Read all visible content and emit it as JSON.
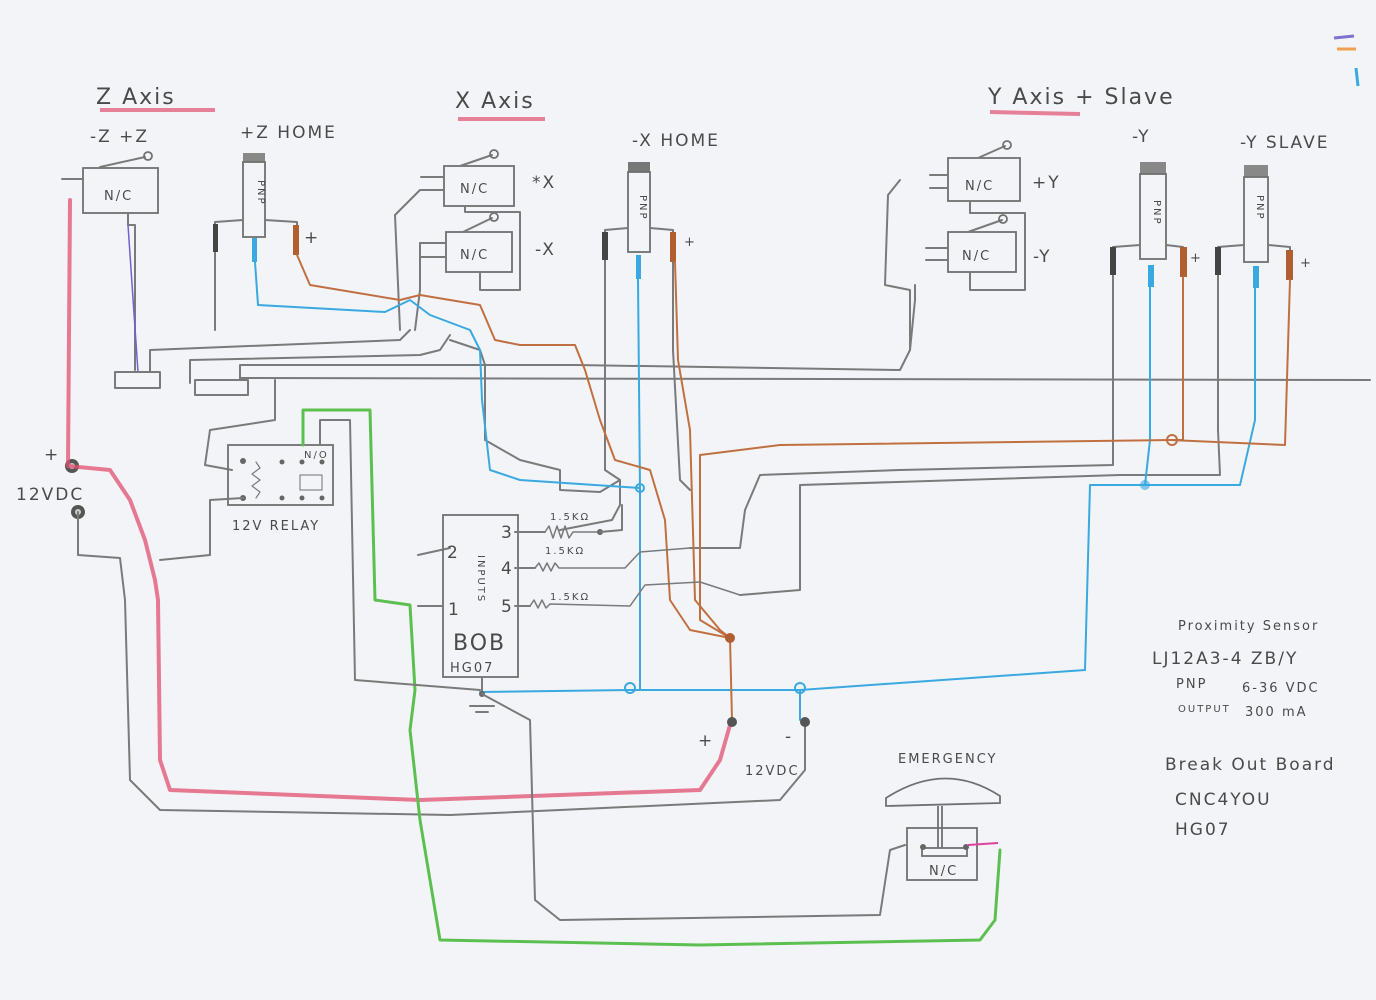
{
  "title": "CNC limit / home switch wiring diagram (hand drawn)",
  "sections": {
    "z_axis": {
      "title": "Z Axis",
      "limit_label": "-Z +Z",
      "home_label": "+Z HOME"
    },
    "x_axis": {
      "title": "X Axis",
      "limit_plus_label": "*X",
      "limit_minus_label": "-X",
      "home_label": "-X HOME"
    },
    "y_axis": {
      "title": "Y Axis + Slave",
      "limit_plus_label": "+Y",
      "limit_minus_label": "-Y",
      "home_label": "-Y",
      "slave_label": "-Y SLAVE"
    }
  },
  "components": {
    "switch_label": "N/C",
    "sensor_label": "PNP",
    "plus": "+",
    "minus": "-",
    "relay_label": "12V RELAY",
    "relay_contact_label": "N/O",
    "psu_left_label": "12VDC",
    "psu_bottom_label": "12VDC",
    "bob": {
      "name": "BOB",
      "model": "HG07",
      "inputs_label": "INPUTS",
      "pins": [
        "1",
        "2",
        "3",
        "4",
        "5"
      ],
      "resistor_value": "1.5KΩ"
    },
    "estop": {
      "label": "EMERGENCY",
      "switch_label": "N/C"
    }
  },
  "notes": {
    "sensor_title": "Proximity Sensor",
    "sensor_model": "LJ12A3-4 ZB/Y",
    "sensor_type": "PNP",
    "sensor_voltage": "6-36 VDC",
    "sensor_output_label": "OUTPUT",
    "sensor_output": "300 mA",
    "bob_title": "Break Out Board",
    "bob_vendor": "CNC4YOU",
    "bob_model": "HG07"
  },
  "wire_colors": {
    "signal": "#7a7a7a",
    "negative": "#39a9e0",
    "positive": "#c07040",
    "power_red": "#e05070",
    "estop_green": "#5cc050"
  }
}
